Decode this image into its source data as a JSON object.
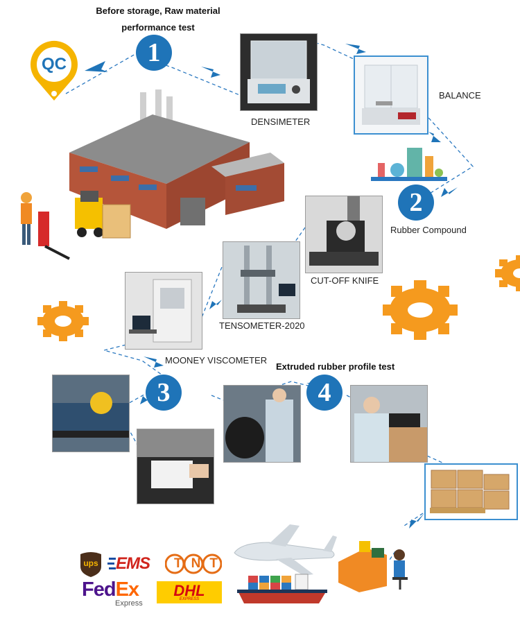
{
  "qc_badge": "QC",
  "steps": {
    "s1": {
      "number": "1",
      "title_line1": "Before storage, Raw material",
      "title_line2": "performance test"
    },
    "s2": {
      "number": "2",
      "label": "Rubber Compound"
    },
    "s3": {
      "number": "3"
    },
    "s4": {
      "number": "4",
      "title": "Extruded rubber profile test"
    }
  },
  "labels": {
    "densimeter": "DENSIMETER",
    "balance": "BALANCE",
    "cutoff_knife": "CUT-OFF KNIFE",
    "tensometer": "TENSOMETER-2020",
    "mooney": "MOONEY VISCOMETER"
  },
  "carriers": {
    "ups": "ups",
    "ems": "EMS",
    "tnt": "TNT",
    "fedex_fed": "Fed",
    "fedex_ex": "Ex",
    "fedex_sub": "Express",
    "dhl": "DHL",
    "dhl_sub": "EXPRESS"
  },
  "colors": {
    "step_blue": "#1f74b8",
    "arrow_blue": "#1f74b8",
    "gear_orange": "#f59a1e",
    "qc_yellow": "#f5b400",
    "frame_blue": "#3b8fd0"
  }
}
